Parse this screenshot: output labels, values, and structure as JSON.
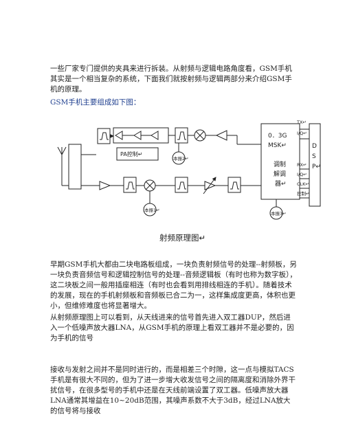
{
  "paragraphs": {
    "p1": "一些厂家专门提供的夹具来进行拆装。从射频与逻辑电路角度看，GSM手机其实是一个相当复杂的系统，下面我们就按射频与逻辑两部分来介绍GSM手机的原理。",
    "p2": "GSM手机主要组成如下图：",
    "p3": "早期GSM手机大都由二块电路板组成，一块负责射频信号的处理--射频板，另一块负责音频信号和逻辑控制信号的处理--音频逻辑板（有时也称为数字板），这二块板之间一般用插座相连（有时也会看到用排线相连的手机）。随着技术的发展，现在的手机射频板和音频板已合二为一，这样集成度更高，体积也更小，但维修难度也将显著增大。",
    "p4": "从射频原理图上可以看到，从天线进来的信号首先进入双工器DUP，然后进入一个低噪声放大器LNA，从GSM手机的原理上看双工器并不是必要的，因为手机的信号",
    "p5": "接收与发射之间并不是同时进行的，而是相差三个时隙，这一点与模拟TACS手机是有很大不同的，但为了进一步增大收发信号之间的隔离度和消除外界干扰信号，在很多型号的手机中还是在天线前端设置了双工器。低噪声放大器LNA通常其增益在10~20dB范围，其噪声系数不大于3dB，经过LNA放大的信号将与接收"
  },
  "diagram": {
    "caption": "射频原理图↵",
    "pa_label": "PA控制↵",
    "mod_line1": "0．3G",
    "mod_line2": "MSK↵",
    "mod_line3": "调制",
    "mod_line4": "解调",
    "mod_line5": "器↵",
    "dsp_d": "D",
    "dsp_s": "S",
    "dsp_p": "P↵",
    "tx": "TX↵",
    "iq_top": "I/Q↵",
    "rx": "RX↵",
    "iq_bottom": "I/Q↵",
    "clk": "CLK↵",
    "ctrl": "控制↵",
    "synth1": "本振1↵",
    "synth2": "本振2↵",
    "synth3": "本振3↵"
  }
}
